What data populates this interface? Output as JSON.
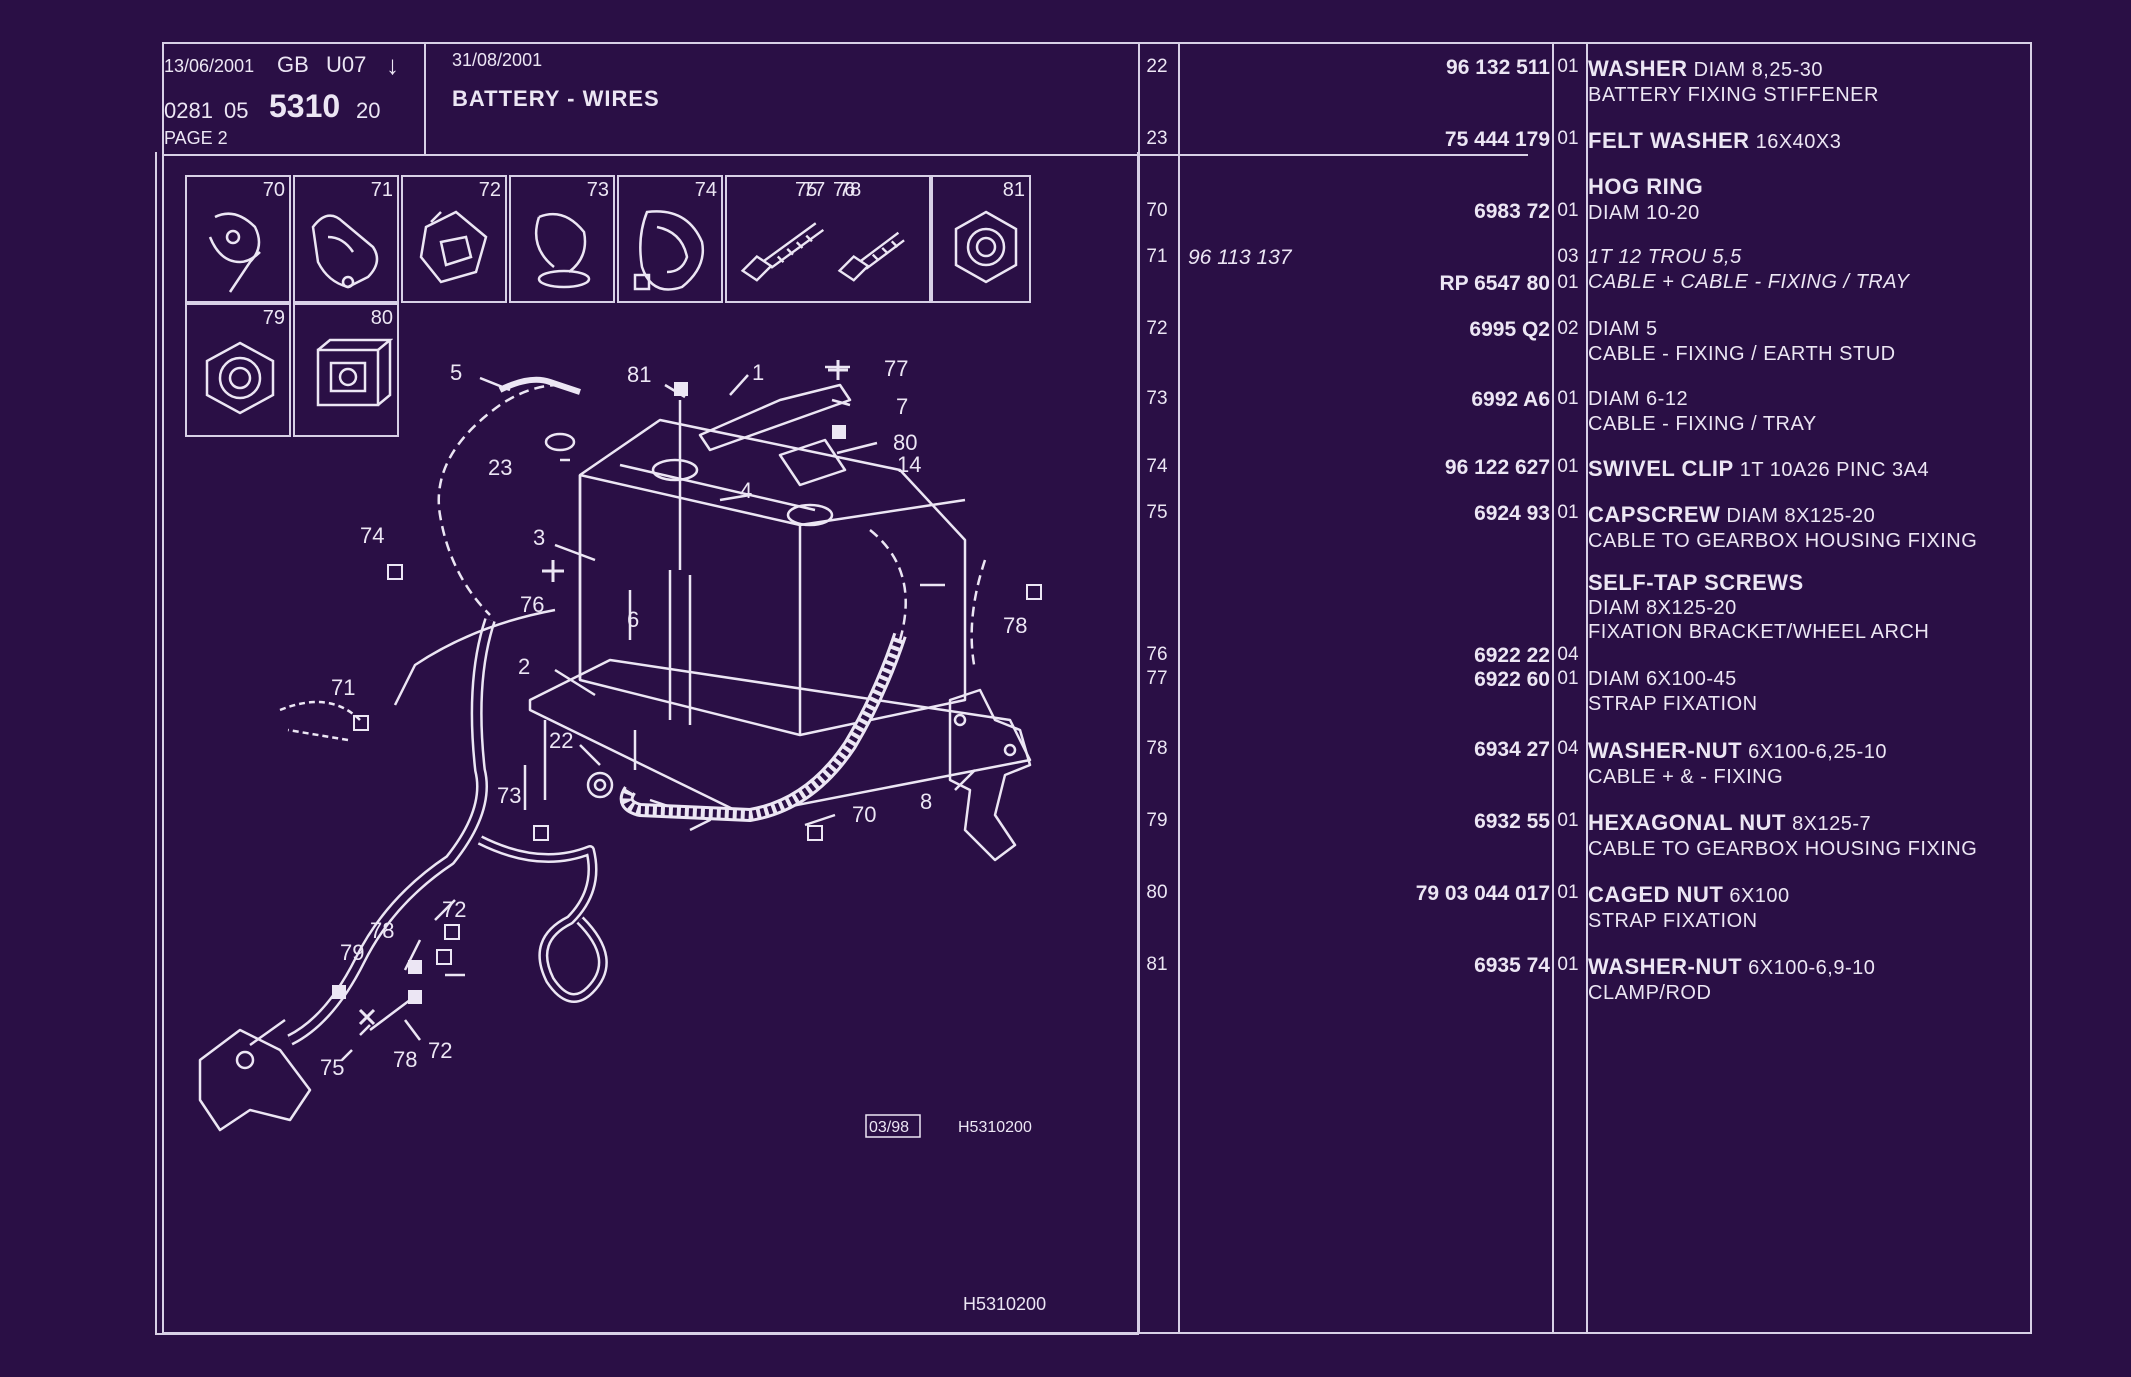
{
  "header": {
    "date_left": "13/06/2001",
    "lang": "GB",
    "code": "U07",
    "arrow": "↓",
    "ref_prefix": "0281",
    "ref_group": "05",
    "ref_main": "5310",
    "ref_suffix": "20",
    "page": "PAGE 2",
    "date_right": "31/08/2001",
    "title": "BATTERY - WIRES"
  },
  "thumbnails": [
    {
      "num": "70"
    },
    {
      "num": "71"
    },
    {
      "num": "72"
    },
    {
      "num": "73"
    },
    {
      "num": "74"
    },
    {
      "num_left": "75",
      "num": "76"
    },
    {
      "num_left": "77",
      "num": "78"
    },
    {
      "num": "81"
    },
    {
      "num": "79"
    },
    {
      "num": "80"
    }
  ],
  "callouts": {
    "c5": "5",
    "c81": "81",
    "c1": "1",
    "c77": "77",
    "c7": "7",
    "c80": "80",
    "c14": "14",
    "c23": "23",
    "c3": "3",
    "c4": "4",
    "c74": "74",
    "c76": "76",
    "c6": "6",
    "c78a": "78",
    "c71": "71",
    "c2": "2",
    "c22": "22",
    "c73": "73",
    "c70": "70",
    "c8": "8",
    "c72a": "72",
    "c78b": "78",
    "c79": "79",
    "c75": "75",
    "c78c": "78",
    "c72b": "72"
  },
  "footer": {
    "stamp": "03/98",
    "drawing_ref": "H5310200",
    "drawing_ref_bottom": "H5310200"
  },
  "parts": [
    {
      "idx": "22",
      "ref": "96 132 511",
      "qty": "01",
      "name": "WASHER",
      "spec": "DIAM 8,25-30",
      "line2": "BATTERY FIXING STIFFENER"
    },
    {
      "idx": "23",
      "ref": "75 444 179",
      "qty": "01",
      "name": "FELT WASHER",
      "spec": "16X40X3",
      "line2": ""
    },
    {
      "idx": "70",
      "ref": "6983 72",
      "qty": "01",
      "name": "HOG RING",
      "spec": "",
      "line2": "DIAM 10-20"
    },
    {
      "idx": "71",
      "ref_alt": "96 113 137",
      "ref": "RP 6547 80",
      "qty_alt": "03",
      "qty": "01",
      "alt_desc": "1T 12 TROU 5,5",
      "line2": "CABLE + CABLE - FIXING / TRAY"
    },
    {
      "idx": "72",
      "ref": "6995 Q2",
      "qty": "02",
      "name": "",
      "spec": "DIAM 5",
      "line2": "CABLE - FIXING / EARTH STUD"
    },
    {
      "idx": "73",
      "ref": "6992 A6",
      "qty": "01",
      "name": "",
      "spec": "DIAM 6-12",
      "line2": "CABLE - FIXING / TRAY"
    },
    {
      "idx": "74",
      "ref": "96 122 627",
      "qty": "01",
      "name": "SWIVEL CLIP",
      "spec": "1T 10A26 PINC 3A4",
      "line2": ""
    },
    {
      "idx": "75",
      "ref": "6924 93",
      "qty": "01",
      "name": "CAPSCREW",
      "spec": "DIAM 8X125-20",
      "line2": "CABLE TO GEARBOX HOUSING FIXING"
    },
    {
      "idx": "76",
      "ref": "6922 22",
      "qty": "04",
      "name": "SELF-TAP SCREWS",
      "spec": "DIAM 8X125-20",
      "line2": "FIXATION BRACKET/WHEEL ARCH"
    },
    {
      "idx": "77",
      "ref": "6922 60",
      "qty": "01",
      "name": "",
      "spec": "DIAM 6X100-45",
      "line2": "STRAP FIXATION"
    },
    {
      "idx": "78",
      "ref": "6934 27",
      "qty": "04",
      "name": "WASHER-NUT",
      "spec": "6X100-6,25-10",
      "line2": "CABLE + & - FIXING"
    },
    {
      "idx": "79",
      "ref": "6932 55",
      "qty": "01",
      "name": "HEXAGONAL NUT",
      "spec": "8X125-7",
      "line2": "CABLE TO GEARBOX HOUSING FIXING"
    },
    {
      "idx": "80",
      "ref": "79 03 044 017",
      "qty": "01",
      "name": "CAGED NUT",
      "spec": "6X100",
      "line2": "STRAP FIXATION"
    },
    {
      "idx": "81",
      "ref": "6935 74",
      "qty": "01",
      "name": "WASHER-NUT",
      "spec": "6X100-6,9-10",
      "line2": "CLAMP/ROD"
    }
  ]
}
